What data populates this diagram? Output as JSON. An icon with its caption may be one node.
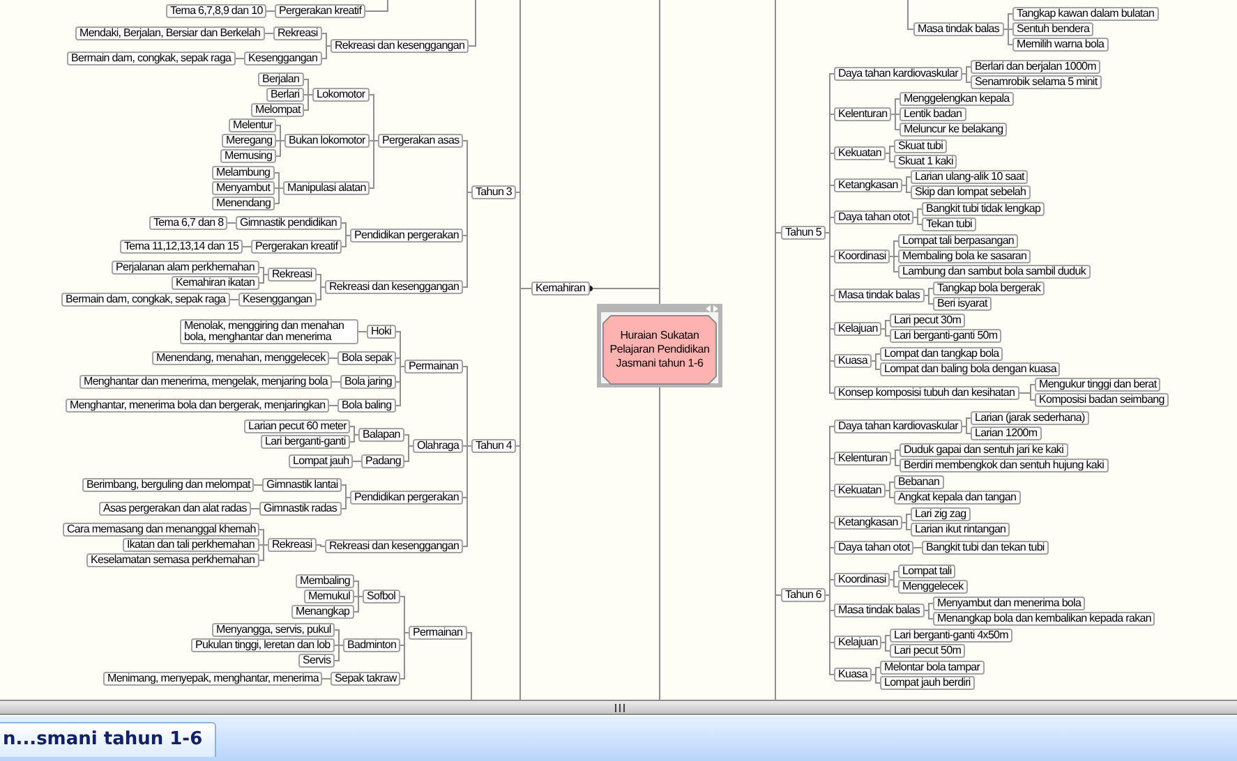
{
  "diagram": {
    "nodes": [
      {
        "text": [
          "Huraian Sukatan Pelajaran Pendidikan Jasmani tahun 1-6"
        ]
      },
      {
        "text": [
          "Kemahiran"
        ]
      },
      {
        "text": [
          "Pergerakan kreatif"
        ]
      },
      {
        "text": [
          "Tema 6,7,8,9 dan 10"
        ]
      },
      {
        "text": [
          "Rekreasi dan kesenggangan"
        ]
      },
      {
        "text": [
          "Rekreasi"
        ]
      },
      {
        "text": [
          "Mendaki, Berjalan, Bersiar dan Berkelah"
        ]
      },
      {
        "text": [
          "Kesenggangan"
        ]
      },
      {
        "text": [
          "Bermain dam, congkak, sepak raga"
        ]
      },
      {
        "text": [
          "Tahun 3"
        ]
      },
      {
        "text": [
          "Pergerakan asas"
        ]
      },
      {
        "text": [
          "Lokomotor"
        ]
      },
      {
        "text": [
          "Berjalan"
        ]
      },
      {
        "text": [
          "Berlari"
        ]
      },
      {
        "text": [
          "Melompat"
        ]
      },
      {
        "text": [
          "Bukan lokomotor"
        ]
      },
      {
        "text": [
          "Melentur"
        ]
      },
      {
        "text": [
          "Meregang"
        ]
      },
      {
        "text": [
          "Memusing"
        ]
      },
      {
        "text": [
          "Manipulasi alatan"
        ]
      },
      {
        "text": [
          "Melambung"
        ]
      },
      {
        "text": [
          "Menyambut"
        ]
      },
      {
        "text": [
          "Menendang"
        ]
      },
      {
        "text": [
          "Pendidikan pergerakan"
        ]
      },
      {
        "text": [
          "Gimnastik pendidikan"
        ]
      },
      {
        "text": [
          "Tema 6,7 dan 8"
        ]
      },
      {
        "text": [
          "Pergerakan kreatif"
        ]
      },
      {
        "text": [
          "Tema 11,12,13,14 dan 15"
        ]
      },
      {
        "text": [
          "Rekreasi dan kesenggangan"
        ]
      },
      {
        "text": [
          "Rekreasi"
        ]
      },
      {
        "text": [
          "Perjalanan alam perkhemahan"
        ]
      },
      {
        "text": [
          "Kemahiran ikatan"
        ]
      },
      {
        "text": [
          "Kesenggangan"
        ]
      },
      {
        "text": [
          "Bermain dam, congkak, sepak raga"
        ]
      },
      {
        "text": [
          "Tahun 4"
        ]
      },
      {
        "text": [
          "Permainan"
        ]
      },
      {
        "text": [
          "Hoki"
        ]
      },
      {
        "text": [
          "Menolak, menggiring dan menahan bola, menghantar dan menerima"
        ]
      },
      {
        "text": [
          "Bola sepak"
        ]
      },
      {
        "text": [
          "Menendang, menahan, menggelecek"
        ]
      },
      {
        "text": [
          "Bola jaring"
        ]
      },
      {
        "text": [
          "Menghantar dan menerima, mengelak, menjaring bola"
        ]
      },
      {
        "text": [
          "Bola baling"
        ]
      },
      {
        "text": [
          "Menghantar, menerima bola dan bergerak, menjaringkan"
        ]
      },
      {
        "text": [
          "Olahraga"
        ]
      },
      {
        "text": [
          "Balapan"
        ]
      },
      {
        "text": [
          "Larian pecut 60 meter"
        ]
      },
      {
        "text": [
          "Lari berganti-ganti"
        ]
      },
      {
        "text": [
          "Padang"
        ]
      },
      {
        "text": [
          "Lompat jauh"
        ]
      },
      {
        "text": [
          "Pendidikan pergerakan"
        ]
      },
      {
        "text": [
          "Gimnastik lantai"
        ]
      },
      {
        "text": [
          "Berimbang, berguling dan melompat"
        ]
      },
      {
        "text": [
          "Gimnastik radas"
        ]
      },
      {
        "text": [
          "Asas pergerakan dan alat radas"
        ]
      },
      {
        "text": [
          "Rekreasi dan kesenggangan"
        ]
      },
      {
        "text": [
          "Rekreasi"
        ]
      },
      {
        "text": [
          "Cara memasang dan menanggal khemah"
        ]
      },
      {
        "text": [
          "Ikatan dan tali perkhemahan"
        ]
      },
      {
        "text": [
          "Keselamatan semasa perkhemahan"
        ]
      },
      {
        "text": [
          "Permainan"
        ]
      },
      {
        "text": [
          "Sofbol"
        ]
      },
      {
        "text": [
          "Membaling"
        ]
      },
      {
        "text": [
          "Memukul"
        ]
      },
      {
        "text": [
          "Menangkap"
        ]
      },
      {
        "text": [
          "Badminton"
        ]
      },
      {
        "text": [
          "Menyangga, servis, pukul"
        ]
      },
      {
        "text": [
          "Pukulan tinggi, leretan dan lob"
        ]
      },
      {
        "text": [
          "Servis"
        ]
      },
      {
        "text": [
          "Sepak takraw"
        ]
      },
      {
        "text": [
          "Menimang, menyepak, menghantar, menerima"
        ]
      },
      {
        "text": [
          "Masa tindak balas"
        ]
      },
      {
        "text": [
          "Tangkap kawan dalam bulatan"
        ]
      },
      {
        "text": [
          "Sentuh bendera"
        ]
      },
      {
        "text": [
          "Memilih warna bola"
        ]
      },
      {
        "text": [
          "Tahun 5"
        ]
      },
      {
        "text": [
          "Daya tahan kardiovaskular"
        ]
      },
      {
        "text": [
          "Berlari dan berjalan 1000m"
        ]
      },
      {
        "text": [
          "Senamrobik selama 5 minit"
        ]
      },
      {
        "text": [
          "Kelenturan"
        ]
      },
      {
        "text": [
          "Menggelengkan kepala"
        ]
      },
      {
        "text": [
          "Lentik badan"
        ]
      },
      {
        "text": [
          "Meluncur ke belakang"
        ]
      },
      {
        "text": [
          "Kekuatan"
        ]
      },
      {
        "text": [
          "Skuat tubi"
        ]
      },
      {
        "text": [
          "Skuat 1 kaki"
        ]
      },
      {
        "text": [
          "Ketangkasan"
        ]
      },
      {
        "text": [
          "Larian ulang-alik 10 saat"
        ]
      },
      {
        "text": [
          "Skip dan lompat sebelah"
        ]
      },
      {
        "text": [
          "Daya tahan otot"
        ]
      },
      {
        "text": [
          "Bangkit tubi tidak lengkap"
        ]
      },
      {
        "text": [
          "Tekan tubi"
        ]
      },
      {
        "text": [
          "Koordinasi"
        ]
      },
      {
        "text": [
          "Lompat tali berpasangan"
        ]
      },
      {
        "text": [
          "Membaling bola ke sasaran"
        ]
      },
      {
        "text": [
          "Lambung dan sambut bola sambil duduk"
        ]
      },
      {
        "text": [
          "Masa tindak balas"
        ]
      },
      {
        "text": [
          "Tangkap bola bergerak"
        ]
      },
      {
        "text": [
          "Beri isyarat"
        ]
      },
      {
        "text": [
          "Kelajuan"
        ]
      },
      {
        "text": [
          "Lari pecut 30m"
        ]
      },
      {
        "text": [
          "Lari berganti-ganti 50m"
        ]
      },
      {
        "text": [
          "Kuasa"
        ]
      },
      {
        "text": [
          "Lompat dan tangkap bola"
        ]
      },
      {
        "text": [
          "Lompat dan baling bola dengan kuasa"
        ]
      },
      {
        "text": [
          "Konsep komposisi tubuh dan kesihatan"
        ]
      },
      {
        "text": [
          "Mengukur tinggi dan berat"
        ]
      },
      {
        "text": [
          "Komposisi badan seimbang"
        ]
      },
      {
        "text": [
          "Tahun 6"
        ]
      },
      {
        "text": [
          "Daya tahan kardiovaskular"
        ]
      },
      {
        "text": [
          "Larian (jarak sederhana)"
        ]
      },
      {
        "text": [
          "Larian 1200m"
        ]
      },
      {
        "text": [
          "Kelenturan"
        ]
      },
      {
        "text": [
          "Duduk gapai dan sentuh jari ke kaki"
        ]
      },
      {
        "text": [
          "Berdiri membengkok dan sentuh hujung kaki"
        ]
      },
      {
        "text": [
          "Kekuatan"
        ]
      },
      {
        "text": [
          "Bebanan"
        ]
      },
      {
        "text": [
          "Angkat kepala dan tangan"
        ]
      },
      {
        "text": [
          "Ketangkasan"
        ]
      },
      {
        "text": [
          "Lari zig zag"
        ]
      },
      {
        "text": [
          "Larian ikut rintangan"
        ]
      },
      {
        "text": [
          "Daya tahan otot"
        ]
      },
      {
        "text": [
          "Bangkit tubi dan tekan tubi"
        ]
      },
      {
        "text": [
          "Koordinasi"
        ]
      },
      {
        "text": [
          "Lompat tali"
        ]
      },
      {
        "text": [
          "Menggelecek"
        ]
      },
      {
        "text": [
          "Masa tindak balas"
        ]
      },
      {
        "text": [
          "Menyambut dan menerima bola"
        ]
      },
      {
        "text": [
          "Menangkap bola dan kembalikan kepada rakan"
        ]
      },
      {
        "text": [
          "Kelajuan"
        ]
      },
      {
        "text": [
          "Lari berganti-ganti 4x50m"
        ]
      },
      {
        "text": [
          "Lari pecut 50m"
        ]
      },
      {
        "text": [
          "Kuasa"
        ]
      },
      {
        "text": [
          "Melontar bola tampar"
        ]
      },
      {
        "text": [
          "Lompat jauh berdiri"
        ]
      }
    ],
    "edges": [
      {
        "from": 0,
        "to": 1,
        "arrow": "other"
      },
      {
        "from": 0,
        "to": null,
        "arrow": "none"
      },
      {
        "from": 0,
        "to": null,
        "arrow": "none"
      },
      {
        "from": 1,
        "to": null,
        "arrow": "none"
      },
      {
        "from": 1,
        "to": null,
        "arrow": "none"
      },
      {
        "from": null,
        "to": 2,
        "arrow": "none"
      },
      {
        "from": 2,
        "to": 3,
        "arrow": "none"
      },
      {
        "from": null,
        "to": 4,
        "arrow": "none"
      },
      {
        "from": 4,
        "to": 5,
        "arrow": "none"
      },
      {
        "from": 5,
        "to": 6,
        "arrow": "none"
      },
      {
        "from": 4,
        "to": 7,
        "arrow": "none"
      },
      {
        "from": 7,
        "to": 8,
        "arrow": "none"
      },
      {
        "from": 1,
        "to": 9,
        "arrow": "none"
      },
      {
        "from": 9,
        "to": 10,
        "arrow": "none"
      },
      {
        "from": 10,
        "to": 11,
        "arrow": "none"
      },
      {
        "from": 11,
        "to": 12,
        "arrow": "none"
      },
      {
        "from": 11,
        "to": 13,
        "arrow": "none"
      },
      {
        "from": 11,
        "to": 14,
        "arrow": "none"
      },
      {
        "from": 10,
        "to": 15,
        "arrow": "none"
      },
      {
        "from": 15,
        "to": 16,
        "arrow": "none"
      },
      {
        "from": 15,
        "to": 17,
        "arrow": "none"
      },
      {
        "from": 15,
        "to": 18,
        "arrow": "none"
      },
      {
        "from": 10,
        "to": 19,
        "arrow": "none"
      },
      {
        "from": 19,
        "to": 20,
        "arrow": "none"
      },
      {
        "from": 19,
        "to": 21,
        "arrow": "none"
      },
      {
        "from": 19,
        "to": 22,
        "arrow": "none"
      },
      {
        "from": 9,
        "to": 23,
        "arrow": "none"
      },
      {
        "from": 23,
        "to": 24,
        "arrow": "none"
      },
      {
        "from": 24,
        "to": 25,
        "arrow": "none"
      },
      {
        "from": 23,
        "to": 26,
        "arrow": "none"
      },
      {
        "from": 26,
        "to": 27,
        "arrow": "none"
      },
      {
        "from": 9,
        "to": 28,
        "arrow": "none"
      },
      {
        "from": 28,
        "to": 29,
        "arrow": "none"
      },
      {
        "from": 29,
        "to": 30,
        "arrow": "none"
      },
      {
        "from": 29,
        "to": 31,
        "arrow": "none"
      },
      {
        "from": 28,
        "to": 32,
        "arrow": "none"
      },
      {
        "from": 32,
        "to": 33,
        "arrow": "none"
      },
      {
        "from": 1,
        "to": 34,
        "arrow": "none"
      },
      {
        "from": 34,
        "to": 35,
        "arrow": "none"
      },
      {
        "from": 35,
        "to": 36,
        "arrow": "none"
      },
      {
        "from": 36,
        "to": 37,
        "arrow": "none"
      },
      {
        "from": 35,
        "to": 38,
        "arrow": "none"
      },
      {
        "from": 38,
        "to": 39,
        "arrow": "none"
      },
      {
        "from": 35,
        "to": 40,
        "arrow": "none"
      },
      {
        "from": 40,
        "to": 41,
        "arrow": "none"
      },
      {
        "from": 35,
        "to": 42,
        "arrow": "none"
      },
      {
        "from": 42,
        "to": 43,
        "arrow": "none"
      },
      {
        "from": 34,
        "to": 44,
        "arrow": "none"
      },
      {
        "from": 44,
        "to": 45,
        "arrow": "none"
      },
      {
        "from": 45,
        "to": 46,
        "arrow": "none"
      },
      {
        "from": 45,
        "to": 47,
        "arrow": "none"
      },
      {
        "from": 44,
        "to": 48,
        "arrow": "none"
      },
      {
        "from": 48,
        "to": 49,
        "arrow": "none"
      },
      {
        "from": 34,
        "to": 50,
        "arrow": "none"
      },
      {
        "from": 50,
        "to": 51,
        "arrow": "none"
      },
      {
        "from": 51,
        "to": 52,
        "arrow": "none"
      },
      {
        "from": 50,
        "to": 53,
        "arrow": "none"
      },
      {
        "from": 53,
        "to": 54,
        "arrow": "none"
      },
      {
        "from": 34,
        "to": 55,
        "arrow": "none"
      },
      {
        "from": 55,
        "to": 56,
        "arrow": "none"
      },
      {
        "from": 56,
        "to": 57,
        "arrow": "none"
      },
      {
        "from": 56,
        "to": 58,
        "arrow": "none"
      },
      {
        "from": 56,
        "to": 59,
        "arrow": "none"
      },
      {
        "from": null,
        "to": 60,
        "arrow": "none"
      },
      {
        "from": 60,
        "to": 61,
        "arrow": "none"
      },
      {
        "from": 61,
        "to": 62,
        "arrow": "none"
      },
      {
        "from": 61,
        "to": 63,
        "arrow": "none"
      },
      {
        "from": 61,
        "to": 64,
        "arrow": "none"
      },
      {
        "from": 60,
        "to": 65,
        "arrow": "none"
      },
      {
        "from": 65,
        "to": 66,
        "arrow": "none"
      },
      {
        "from": 65,
        "to": 67,
        "arrow": "none"
      },
      {
        "from": 65,
        "to": 68,
        "arrow": "none"
      },
      {
        "from": 60,
        "to": 69,
        "arrow": "none"
      },
      {
        "from": 69,
        "to": 70,
        "arrow": "none"
      },
      {
        "from": null,
        "to": 71,
        "arrow": "none"
      },
      {
        "from": 71,
        "to": 72,
        "arrow": "none"
      },
      {
        "from": 71,
        "to": 73,
        "arrow": "none"
      },
      {
        "from": 71,
        "to": 74,
        "arrow": "none"
      },
      {
        "from": null,
        "to": 75,
        "arrow": "none"
      },
      {
        "from": 75,
        "to": 76,
        "arrow": "none"
      },
      {
        "from": 76,
        "to": 77,
        "arrow": "none"
      },
      {
        "from": 76,
        "to": 78,
        "arrow": "none"
      },
      {
        "from": 75,
        "to": 79,
        "arrow": "none"
      },
      {
        "from": 79,
        "to": 80,
        "arrow": "none"
      },
      {
        "from": 79,
        "to": 81,
        "arrow": "none"
      },
      {
        "from": 79,
        "to": 82,
        "arrow": "none"
      },
      {
        "from": 75,
        "to": 83,
        "arrow": "none"
      },
      {
        "from": 83,
        "to": 84,
        "arrow": "none"
      },
      {
        "from": 83,
        "to": 85,
        "arrow": "none"
      },
      {
        "from": 75,
        "to": 86,
        "arrow": "none"
      },
      {
        "from": 86,
        "to": 87,
        "arrow": "none"
      },
      {
        "from": 86,
        "to": 88,
        "arrow": "none"
      },
      {
        "from": 75,
        "to": 89,
        "arrow": "none"
      },
      {
        "from": 89,
        "to": 90,
        "arrow": "none"
      },
      {
        "from": 89,
        "to": 91,
        "arrow": "none"
      },
      {
        "from": 75,
        "to": 92,
        "arrow": "none"
      },
      {
        "from": 92,
        "to": 93,
        "arrow": "none"
      },
      {
        "from": 92,
        "to": 94,
        "arrow": "none"
      },
      {
        "from": 92,
        "to": 95,
        "arrow": "none"
      },
      {
        "from": 75,
        "to": 96,
        "arrow": "none"
      },
      {
        "from": 96,
        "to": 97,
        "arrow": "none"
      },
      {
        "from": 96,
        "to": 98,
        "arrow": "none"
      },
      {
        "from": 75,
        "to": 99,
        "arrow": "none"
      },
      {
        "from": 99,
        "to": 100,
        "arrow": "none"
      },
      {
        "from": 99,
        "to": 101,
        "arrow": "none"
      },
      {
        "from": 75,
        "to": 102,
        "arrow": "none"
      },
      {
        "from": 102,
        "to": 103,
        "arrow": "none"
      },
      {
        "from": 102,
        "to": 104,
        "arrow": "none"
      },
      {
        "from": 75,
        "to": 105,
        "arrow": "none"
      },
      {
        "from": 105,
        "to": 106,
        "arrow": "none"
      },
      {
        "from": 105,
        "to": 107,
        "arrow": "none"
      },
      {
        "from": null,
        "to": 108,
        "arrow": "none"
      },
      {
        "from": 108,
        "to": 109,
        "arrow": "none"
      },
      {
        "from": 109,
        "to": 110,
        "arrow": "none"
      },
      {
        "from": 109,
        "to": 111,
        "arrow": "none"
      },
      {
        "from": 108,
        "to": 112,
        "arrow": "none"
      },
      {
        "from": 112,
        "to": 113,
        "arrow": "none"
      },
      {
        "from": 112,
        "to": 114,
        "arrow": "none"
      },
      {
        "from": 108,
        "to": 115,
        "arrow": "none"
      },
      {
        "from": 115,
        "to": 116,
        "arrow": "none"
      },
      {
        "from": 115,
        "to": 117,
        "arrow": "none"
      },
      {
        "from": 108,
        "to": 118,
        "arrow": "none"
      },
      {
        "from": 118,
        "to": 119,
        "arrow": "none"
      },
      {
        "from": 118,
        "to": 120,
        "arrow": "none"
      },
      {
        "from": 108,
        "to": 121,
        "arrow": "none"
      },
      {
        "from": 121,
        "to": 122,
        "arrow": "none"
      },
      {
        "from": 108,
        "to": 123,
        "arrow": "none"
      },
      {
        "from": 123,
        "to": 124,
        "arrow": "none"
      },
      {
        "from": 123,
        "to": 125,
        "arrow": "none"
      },
      {
        "from": 108,
        "to": 126,
        "arrow": "none"
      },
      {
        "from": 126,
        "to": 127,
        "arrow": "none"
      },
      {
        "from": 126,
        "to": 128,
        "arrow": "none"
      },
      {
        "from": 108,
        "to": 129,
        "arrow": "none"
      },
      {
        "from": 129,
        "to": 130,
        "arrow": "none"
      },
      {
        "from": 129,
        "to": 131,
        "arrow": "none"
      },
      {
        "from": 108,
        "to": 132,
        "arrow": "none"
      },
      {
        "from": 132,
        "to": 133,
        "arrow": "none"
      },
      {
        "from": 132,
        "to": 134,
        "arrow": "none"
      }
    ],
    "labels": [
      "n...smani tahun 1-6"
    ]
  }
}
